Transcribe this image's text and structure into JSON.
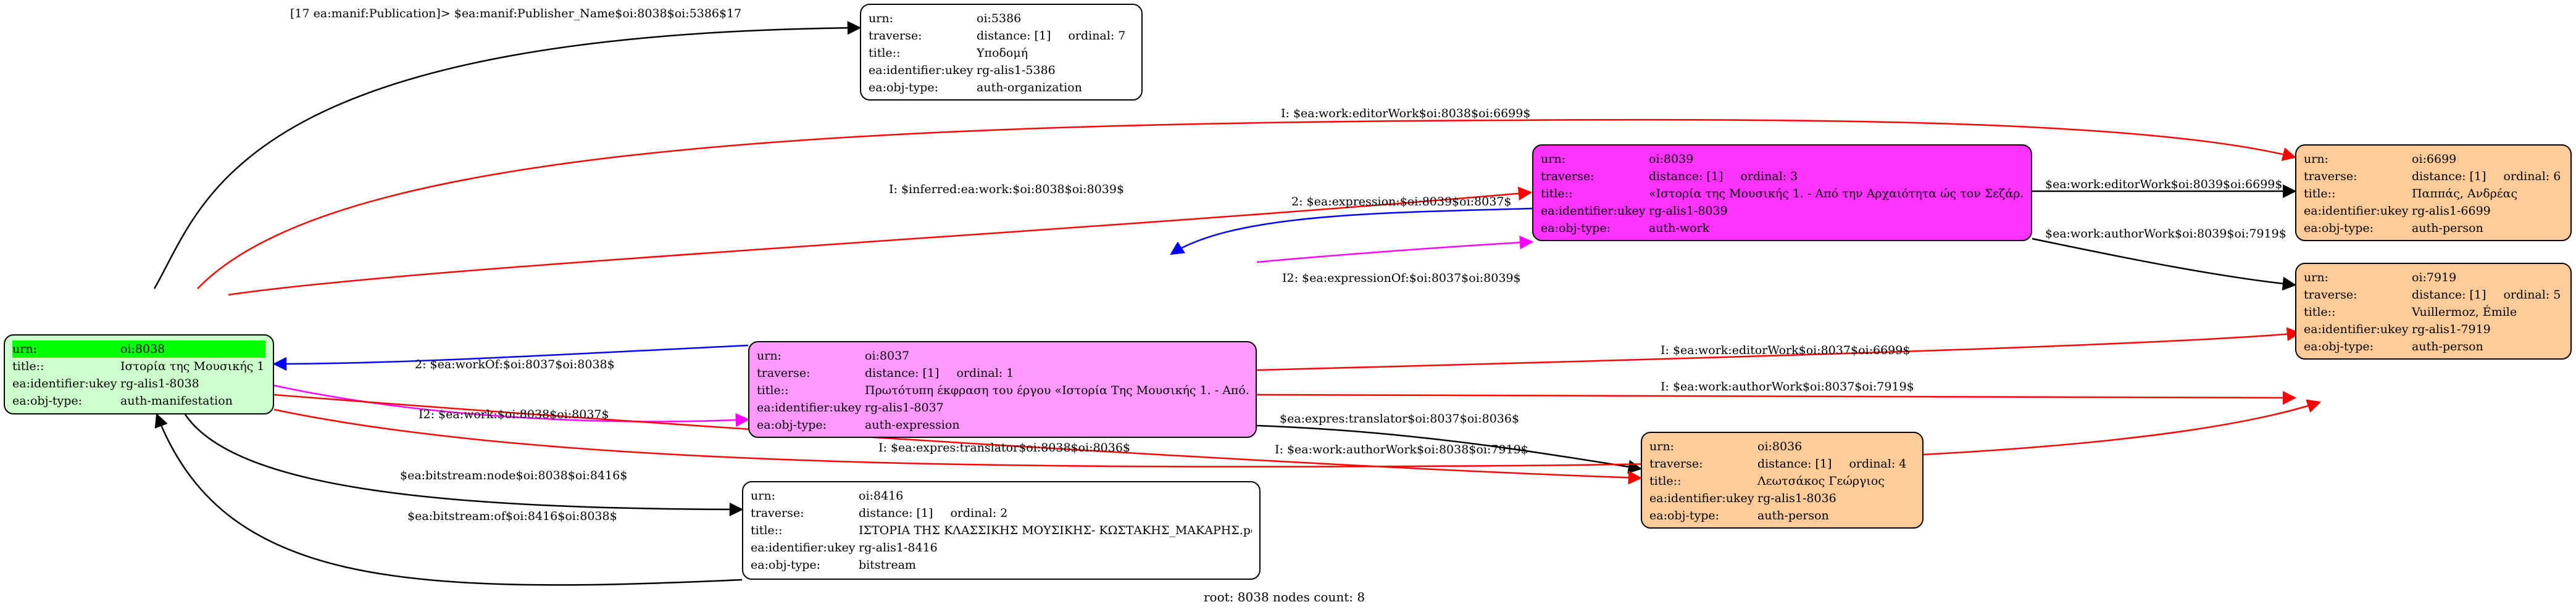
{
  "footer": "root: 8038 nodes count: 8",
  "colors": {
    "root_fill": "#ccffcc",
    "root_highlight": "#00ff00",
    "expression_fill": "#ff99ff",
    "work_fill": "#ff33ff",
    "person_fill": "#ffcc99",
    "plain_fill": "#ffffff",
    "edge_black": "#000000",
    "edge_red": "#ff0000",
    "edge_blue": "#0000ff",
    "edge_magenta": "#ff00ff"
  },
  "nodes": {
    "n8038": {
      "rows": [
        {
          "k": "urn:",
          "v": "oi:8038"
        },
        {
          "k": "title::",
          "v": "Ιστορία της Μουσικής 1."
        },
        {
          "k": "ea:identifier:ukey",
          "v": "rg-alis1-8038"
        },
        {
          "k": "ea:obj-type:",
          "v": "auth-manifestation"
        }
      ]
    },
    "n5386": {
      "rows": [
        {
          "k": "urn:",
          "v": "oi:5386"
        },
        {
          "k": "traverse:",
          "v": "distance: [1]",
          "ord": "ordinal: 7"
        },
        {
          "k": "title::",
          "v": "Υποδομή"
        },
        {
          "k": "ea:identifier:ukey",
          "v": "rg-alis1-5386"
        },
        {
          "k": "ea:obj-type:",
          "v": "auth-organization"
        }
      ]
    },
    "n8039": {
      "rows": [
        {
          "k": "urn:",
          "v": "oi:8039"
        },
        {
          "k": "traverse:",
          "v": "distance: [1]",
          "ord": "ordinal: 3"
        },
        {
          "k": "title::",
          "v": "«Ιστορία της Μουσικής 1. - Από την Αρχαιότητα ώς τον Σεζάρ..."
        },
        {
          "k": "ea:identifier:ukey",
          "v": "rg-alis1-8039"
        },
        {
          "k": "ea:obj-type:",
          "v": "auth-work"
        }
      ]
    },
    "n8037": {
      "rows": [
        {
          "k": "urn:",
          "v": "oi:8037"
        },
        {
          "k": "traverse:",
          "v": "distance: [1]",
          "ord": "ordinal: 1"
        },
        {
          "k": "title::",
          "v": "Πρωτότυπη έκφραση του έργου «Ιστορία Της Μουσικής 1. - Από..."
        },
        {
          "k": "ea:identifier:ukey",
          "v": "rg-alis1-8037"
        },
        {
          "k": "ea:obj-type:",
          "v": "auth-expression"
        }
      ]
    },
    "n6699": {
      "rows": [
        {
          "k": "urn:",
          "v": "oi:6699"
        },
        {
          "k": "traverse:",
          "v": "distance: [1]",
          "ord": "ordinal: 6"
        },
        {
          "k": "title::",
          "v": "Παππάς, Ανδρέας"
        },
        {
          "k": "ea:identifier:ukey",
          "v": "rg-alis1-6699"
        },
        {
          "k": "ea:obj-type:",
          "v": "auth-person"
        }
      ]
    },
    "n7919": {
      "rows": [
        {
          "k": "urn:",
          "v": "oi:7919"
        },
        {
          "k": "traverse:",
          "v": "distance: [1]",
          "ord": "ordinal: 5"
        },
        {
          "k": "title::",
          "v": "Vuillermoz, Émile"
        },
        {
          "k": "ea:identifier:ukey",
          "v": "rg-alis1-7919"
        },
        {
          "k": "ea:obj-type:",
          "v": "auth-person"
        }
      ]
    },
    "n8036": {
      "rows": [
        {
          "k": "urn:",
          "v": "oi:8036"
        },
        {
          "k": "traverse:",
          "v": "distance: [1]",
          "ord": "ordinal: 4"
        },
        {
          "k": "title::",
          "v": "Λεωτσάκος Γεώργιος"
        },
        {
          "k": "ea:identifier:ukey",
          "v": "rg-alis1-8036"
        },
        {
          "k": "ea:obj-type:",
          "v": "auth-person"
        }
      ]
    },
    "n8416": {
      "rows": [
        {
          "k": "urn:",
          "v": "oi:8416"
        },
        {
          "k": "traverse:",
          "v": "distance: [1]",
          "ord": "ordinal: 2"
        },
        {
          "k": "title::",
          "v": "ΙΣΤΟΡΙΑ ΤΗΣ ΚΛΑΣΣΙΚΗΣ ΜΟΥΣΙΚΗΣ- ΚΩΣΤΑΚΗΣ_ΜΑΚΑΡΗΣ.pdf"
        },
        {
          "k": "ea:identifier:ukey",
          "v": "rg-alis1-8416"
        },
        {
          "k": "ea:obj-type:",
          "v": "bitstream"
        }
      ]
    }
  },
  "edges": [
    {
      "id": "e_pub",
      "label": "[17 ea:manif:Publication]> $ea:manif:Publisher_Name$oi:8038$oi:5386$17",
      "color": "#000000"
    },
    {
      "id": "e_edw_root",
      "label": "I: $ea:work:editorWork$oi:8038$oi:6699$",
      "color": "#ff0000"
    },
    {
      "id": "e_inf",
      "label": "I: $inferred:ea:work:$oi:8038$oi:8039$",
      "color": "#ff0000"
    },
    {
      "id": "e_expr",
      "label": "2: $ea:expression:$oi:8039$oi:8037$",
      "color": "#0000ff"
    },
    {
      "id": "e_edw_work",
      "label": "$ea:work:editorWork$oi:8039$oi:6699$",
      "color": "#000000"
    },
    {
      "id": "e_auw_work",
      "label": "$ea:work:authorWork$oi:8039$oi:7919$",
      "color": "#000000"
    },
    {
      "id": "e_exprof",
      "label": "I2: $ea:expressionOf:$oi:8037$oi:8039$",
      "color": "#ff00ff"
    },
    {
      "id": "e_edw_expr",
      "label": "I: $ea:work:editorWork$oi:8037$oi:6699$",
      "color": "#ff0000"
    },
    {
      "id": "e_workof",
      "label": "2: $ea:workOf:$oi:8037$oi:8038$",
      "color": "#0000ff"
    },
    {
      "id": "e_auw_expr",
      "label": "I: $ea:work:authorWork$oi:8037$oi:7919$",
      "color": "#ff0000"
    },
    {
      "id": "e_work_root",
      "label": "I2: $ea:work:$oi:8038$oi:8037$",
      "color": "#ff00ff"
    },
    {
      "id": "e_trans_expr",
      "label": "$ea:expres:translator$oi:8037$oi:8036$",
      "color": "#000000"
    },
    {
      "id": "e_trans_root",
      "label": "I: $ea:expres:translator$oi:8038$oi:8036$",
      "color": "#ff0000"
    },
    {
      "id": "e_auw_root",
      "label": "I: $ea:work:authorWork$oi:8038$oi:7919$",
      "color": "#ff0000"
    },
    {
      "id": "e_node",
      "label": "$ea:bitstream:node$oi:8038$oi:8416$",
      "color": "#000000"
    },
    {
      "id": "e_of",
      "label": "$ea:bitstream:of$oi:8416$oi:8038$",
      "color": "#000000"
    }
  ]
}
